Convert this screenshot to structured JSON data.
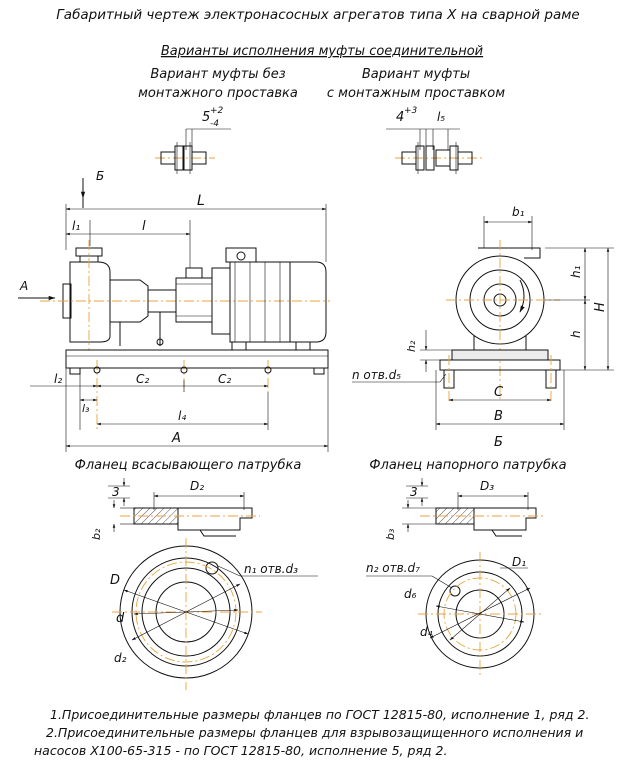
{
  "title": "Габаритный чертеж электронасосных агрегатов типа Х на сварной раме",
  "coupling": {
    "heading": "Варианты исполнения муфты соединительной",
    "variant1_line1": "Вариант муфты без",
    "variant1_line2": "монтажного проставка",
    "variant2_line1": "Вариант муфты",
    "variant2_line2": "с монтажным проставком",
    "gap1": "5",
    "gap1_upper": "+2",
    "gap1_lower": "-4",
    "gap2": "4",
    "gap2_upper": "+3",
    "l5": "l₅"
  },
  "side_view": {
    "arrow_b": "Б",
    "arrow_a": "A",
    "L": "L",
    "l1": "l₁",
    "l": "l",
    "l2": "l₂",
    "c2a": "C₂",
    "c2b": "C₂",
    "l3": "l₃",
    "l4": "l₄",
    "A": "A"
  },
  "end_view": {
    "b1": "b₁",
    "h1": "h₁",
    "H": "H",
    "h": "h",
    "h2": "h₂",
    "holes": "n отв.d₅",
    "C": "C",
    "B": "B",
    "caption": "Б"
  },
  "suction_flange": {
    "title": "Фланец всасывающего патрубка",
    "three": "3",
    "D2": "D₂",
    "b2": "b₂",
    "D": "D",
    "d": "d",
    "d2": "d₂",
    "holes": "n₁ отв.d₃"
  },
  "discharge_flange": {
    "title": "Фланец напорного патрубка",
    "three": "3",
    "D3": "D₃",
    "b3": "b₃",
    "holes": "n₂ отв.d₇",
    "D1": "D₁",
    "d6": "d₆",
    "d4": "d₄"
  },
  "notes": {
    "line1": "1.Присоединительные размеры фланцев по ГОСТ 12815-80, исполнение 1, ряд 2.",
    "line2": "2.Присоединительные размеры фланцев для взрывозащищенного исполнения и",
    "line3": "насосов Х100-65-315 - по ГОСТ 12815-80, исполнение 5, ряд 2."
  },
  "colors": {
    "ink": "#111111",
    "center_lines": "#e8a33c",
    "fill": "#d9d9d9"
  }
}
